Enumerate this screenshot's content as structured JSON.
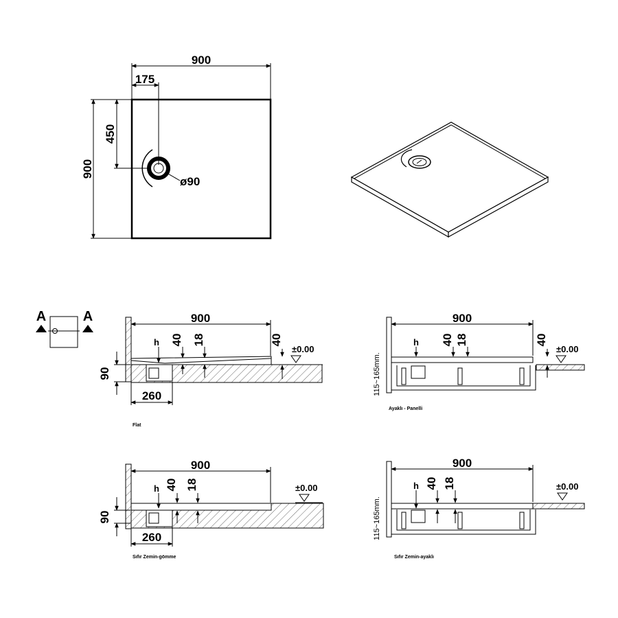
{
  "plan": {
    "width_label": "900",
    "height_label": "900",
    "offset_x_label": "175",
    "offset_y_label": "450",
    "drain_label": "ø90"
  },
  "section_key": {
    "left_marker": "A",
    "right_marker": "A"
  },
  "sections": [
    {
      "caption": "Flat",
      "width_label": "900",
      "h_label": "h",
      "d40_label": "40",
      "d18_label": "18",
      "d40_right_label": "40",
      "level_label": "±0.00",
      "depth_label": "90",
      "drain_offset_label": "260"
    },
    {
      "caption": "Ayaklı - Panelli",
      "width_label": "900",
      "h_label": "h",
      "d40_label": "40",
      "d18_label": "18",
      "d40_right_label": "40",
      "level_label": "±0.00",
      "height_range_label": "115~165mm."
    },
    {
      "caption": "Sıfır Zemin-gömme",
      "width_label": "900",
      "h_label": "h",
      "d40_label": "40",
      "d18_label": "18",
      "level_label": "±0.00",
      "depth_label": "90",
      "drain_offset_label": "260"
    },
    {
      "caption": "Sıfır Zemin-ayaklı",
      "width_label": "900",
      "h_label": "h",
      "d40_label": "40",
      "d18_label": "18",
      "level_label": "±0.00",
      "height_range_label": "115~165mm."
    }
  ]
}
